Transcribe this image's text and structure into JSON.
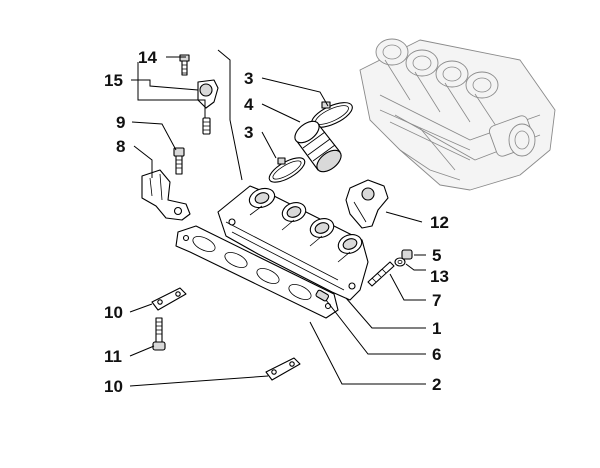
{
  "callouts": [
    {
      "id": "c14",
      "label": "14"
    },
    {
      "id": "c15",
      "label": "15"
    },
    {
      "id": "c3a",
      "label": "3"
    },
    {
      "id": "c4",
      "label": "4"
    },
    {
      "id": "c3b",
      "label": "3"
    },
    {
      "id": "c9",
      "label": "9"
    },
    {
      "id": "c8",
      "label": "8"
    },
    {
      "id": "c12",
      "label": "12"
    },
    {
      "id": "c5",
      "label": "5"
    },
    {
      "id": "c13",
      "label": "13"
    },
    {
      "id": "c7",
      "label": "7"
    },
    {
      "id": "c1",
      "label": "1"
    },
    {
      "id": "c10a",
      "label": "10"
    },
    {
      "id": "c11",
      "label": "11"
    },
    {
      "id": "c6",
      "label": "6"
    },
    {
      "id": "c10b",
      "label": "10"
    },
    {
      "id": "c2",
      "label": "2"
    }
  ]
}
